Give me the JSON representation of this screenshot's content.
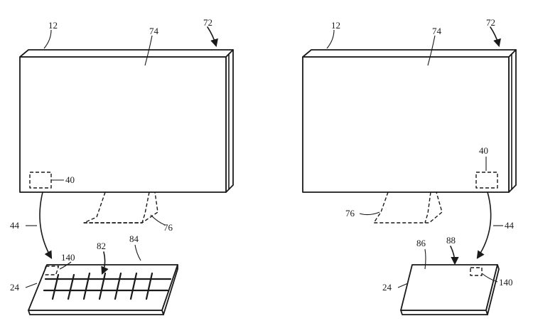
{
  "labels": {
    "left": {
      "housing": "12",
      "display": "74",
      "device": "72",
      "sensor": "40",
      "stand": "76",
      "link": "44",
      "accessory": "24",
      "accessory_sensor": "140",
      "key_area": "82",
      "keyboard": "84"
    },
    "right": {
      "housing": "12",
      "display": "74",
      "device": "72",
      "sensor": "40",
      "stand": "76",
      "link": "44",
      "accessory": "24",
      "accessory_sensor": "140",
      "surface": "86",
      "trackpad": "88"
    }
  },
  "colors": {
    "ink": "#1a1a1a",
    "paper": "#ffffff"
  }
}
